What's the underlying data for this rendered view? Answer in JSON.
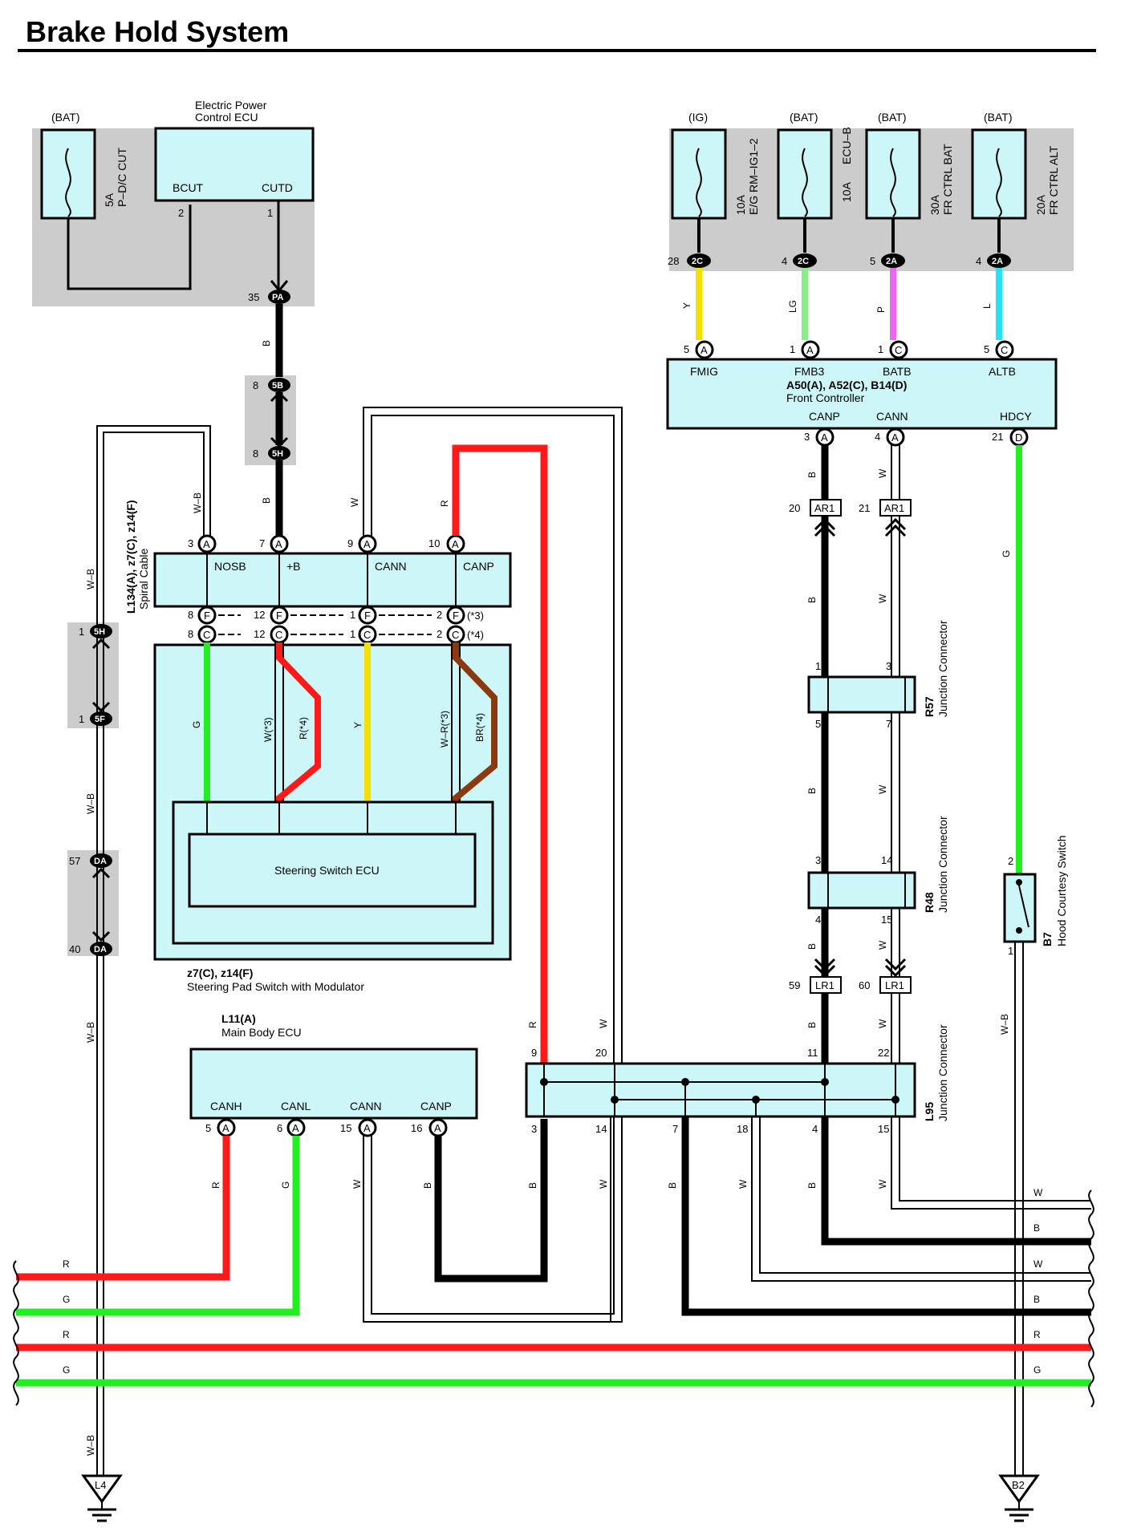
{
  "title": "Brake Hold System",
  "colors": {
    "black": "#000000",
    "red": "#ff1a1a",
    "green": "#22ee22",
    "yellow": "#f5e000",
    "lightgreen": "#88ee88",
    "pink": "#ee66ee",
    "cyan": "#22e5f0",
    "brown": "#8b3a10",
    "panel": "#cccccc",
    "box": "#ccf6f8"
  },
  "fuses": {
    "pdc": {
      "source": "(BAT)",
      "rating": "5A",
      "name": "P–D/C CUT"
    },
    "eg": {
      "source": "(IG)",
      "rating": "10A",
      "name": "E/G RM–IG1–2",
      "pin": "28",
      "conn": "2C",
      "wire": "Y"
    },
    "ecub": {
      "source": "(BAT)",
      "rating": "10A",
      "name": "ECU–B",
      "pin": "4",
      "conn": "2C",
      "wire": "LG"
    },
    "frbat": {
      "source": "(BAT)",
      "rating": "30A",
      "name": "FR CTRL BAT",
      "pin": "5",
      "conn": "2A",
      "wire": "P"
    },
    "fralt": {
      "source": "(BAT)",
      "rating": "20A",
      "name": "FR CTRL ALT",
      "pin": "4",
      "conn": "2A",
      "wire": "L"
    }
  },
  "epc_ecu": {
    "name": "Electric Power\nControl ECU",
    "name_l1": "Electric Power",
    "name_l2": "Control ECU",
    "bcut": "BCUT",
    "cutd": "CUTD",
    "pin_bcut": "2",
    "pin_cutd": "1"
  },
  "front_controller": {
    "id": "A50(A), A52(C), B14(D)",
    "name": "Front Controller",
    "fmig": "FMIG",
    "fmb3": "FMB3",
    "batb": "BATB",
    "altb": "ALTB",
    "canp": "CANP",
    "cann": "CANN",
    "hdcy": "HDCY",
    "pins": {
      "fmig": "5",
      "fmb3": "1",
      "batb": "1",
      "altb": "5",
      "canp": "3",
      "cann": "4",
      "hdcy": "21"
    },
    "conns": {
      "fmig": "A",
      "fmb3": "A",
      "batb": "C",
      "altb": "C",
      "canp": "A",
      "cann": "A",
      "hdcy": "D"
    }
  },
  "spiral_cable": {
    "id": "L134(A), z7(C), z14(F)",
    "name": "Spiral Cable",
    "nosb": "NOSB",
    "plusb": "+B",
    "cann": "CANN",
    "canp": "CANP",
    "top_pins": [
      "3",
      "7",
      "9",
      "10"
    ],
    "f_pins": [
      "8",
      "12",
      "1",
      "2"
    ],
    "c_pins": [
      "8",
      "12",
      "1",
      "2"
    ],
    "note3": "(*3)",
    "note4": "(*4)"
  },
  "steering_switch": {
    "name": "Steering Switch ECU",
    "pad_id": "z7(C), z14(F)",
    "pad_name": "Steering Pad Switch with Modulator"
  },
  "main_body_ecu": {
    "id": "L11(A)",
    "name": "Main Body ECU",
    "canh": "CANH",
    "canl": "CANL",
    "cann": "CANN",
    "canp": "CANP",
    "pins": [
      "5",
      "6",
      "15",
      "16"
    ]
  },
  "junctions": {
    "r57": {
      "id": "R57",
      "name": "Junction Connector",
      "pins": [
        "1",
        "3",
        "5",
        "7"
      ]
    },
    "r48": {
      "id": "R48",
      "name": "Junction Connector",
      "pins": [
        "3",
        "14",
        "4",
        "15"
      ]
    },
    "l95": {
      "id": "L95",
      "name": "Junction Connector",
      "top_pins": [
        "9",
        "20",
        "11",
        "22"
      ],
      "bottom_pins": [
        "3",
        "14",
        "7",
        "18",
        "4",
        "15"
      ]
    }
  },
  "hood_switch": {
    "id": "B7",
    "name": "Hood Courtesy Switch",
    "pin_top": "2",
    "pin_bottom": "1"
  },
  "connectors": {
    "pa": {
      "pin": "35",
      "label": "PA"
    },
    "c5b": {
      "pin": "8",
      "label": "5B"
    },
    "c5h_top": {
      "pin": "8",
      "label": "5H"
    },
    "c5h": {
      "pin": "1",
      "label": "5H"
    },
    "c5f": {
      "pin": "1",
      "label": "5F"
    },
    "da57": {
      "pin": "57",
      "label": "DA"
    },
    "da40": {
      "pin": "40",
      "label": "DA"
    },
    "ar1a": {
      "pin": "20",
      "label": "AR1"
    },
    "ar1b": {
      "pin": "21",
      "label": "AR1"
    },
    "lr1a": {
      "pin": "59",
      "label": "LR1"
    },
    "lr1b": {
      "pin": "60",
      "label": "LR1"
    }
  },
  "wire_labels": {
    "b": "B",
    "w": "W",
    "r": "R",
    "g": "G",
    "y": "Y",
    "wb": "W–B",
    "w3": "W(*3)",
    "r4": "R(*4)",
    "wr3": "W–R(*3)",
    "br4": "BR(*4)"
  },
  "grounds": {
    "left": "L4",
    "right": "B2"
  }
}
